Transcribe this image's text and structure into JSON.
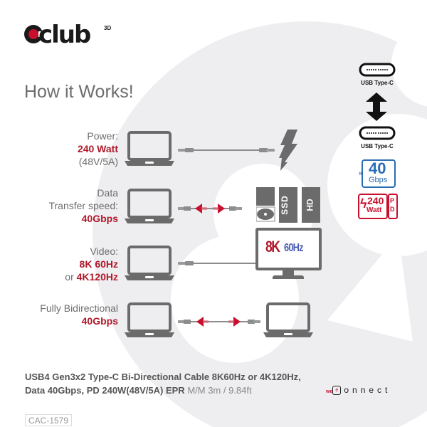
{
  "brand": {
    "logo": "club",
    "logo_sup": "3D",
    "accent": "#b0182a"
  },
  "title": "How it Works!",
  "features": [
    {
      "lines": [
        {
          "text": "Power:",
          "style": "normal"
        },
        {
          "text": "240 Watt",
          "style": "red"
        },
        {
          "text": "(48V/5A)",
          "style": "normal"
        }
      ],
      "target": "lightning-bolt"
    },
    {
      "lines": [
        {
          "text": "Data",
          "style": "normal"
        },
        {
          "text": "Transfer speed:",
          "style": "normal"
        },
        {
          "text": "40Gbps",
          "style": "red"
        }
      ],
      "target": "storage-drives"
    },
    {
      "lines": [
        {
          "text": "Video:",
          "style": "normal"
        },
        {
          "text": "8K 60Hz",
          "style": "red"
        },
        {
          "prefix": "or ",
          "text": "4K120Hz",
          "style": "red"
        }
      ],
      "target": "monitor"
    },
    {
      "lines": [
        {
          "text": "Fully Bidirectional",
          "style": "normal"
        },
        {
          "text": "40Gbps",
          "style": "red"
        }
      ],
      "target": "laptop"
    }
  ],
  "storage": {
    "ssd": "SSD",
    "hd": "HD"
  },
  "monitor": {
    "res": "8K",
    "rate": "60Hz"
  },
  "side": {
    "usbc_top": "USB Type-C",
    "usbc_bottom": "USB Type-C",
    "speed_badge": {
      "value": "40",
      "unit": "Gbps"
    },
    "pd_badge": {
      "value": "240",
      "unit": "Watt",
      "pd": "PD"
    }
  },
  "product": {
    "line1": "USB4 Gen3x2 Type-C Bi-Directional Cable 8K60Hz or 4K120Hz,",
    "line2_bold": "Data 40Gbps, PD 240W(48V/5A) EPR",
    "line2_light": " M/M 3m / 9.84ft",
    "sku": "CAC-1579"
  },
  "footer_brand": {
    "we": "we",
    "c": "e",
    "rest": "onnect"
  },
  "colors": {
    "grey_icon": "#6b6b6b",
    "bg_shape": "#eeeef0",
    "red": "#b0182a",
    "blue": "#2a6db5"
  }
}
